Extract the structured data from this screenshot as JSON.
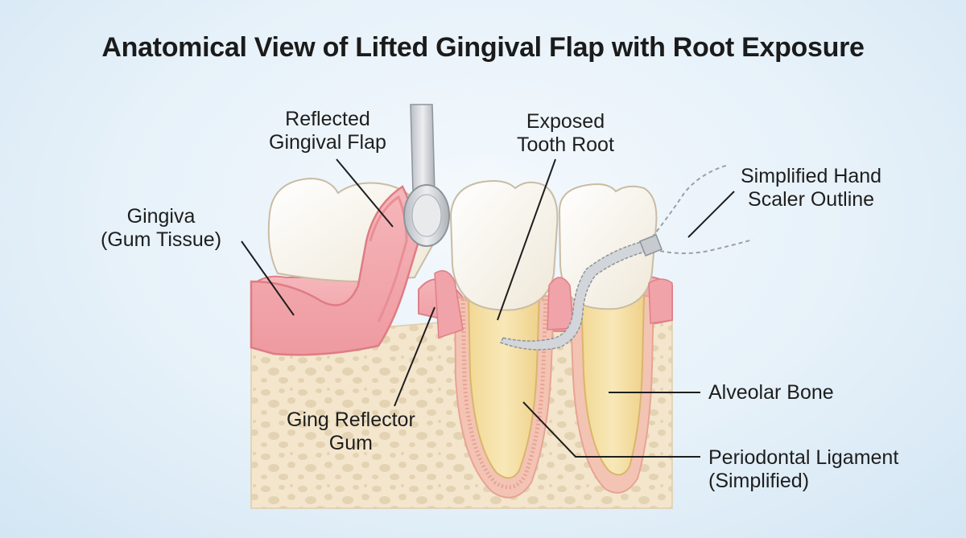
{
  "title": "Anatomical View of Lifted Gingival Flap with Root Exposure",
  "labels": {
    "gingiva": [
      "Gingiva",
      "(Gum Tissue)"
    ],
    "reflected_flap": [
      "Reflected",
      "Gingival Flap"
    ],
    "exposed_root": [
      "Exposed",
      "Tooth Root"
    ],
    "hand_scaler": [
      "Simplified Hand",
      "Scaler Outline"
    ],
    "alveolar_bone": [
      "Alveolar Bone"
    ],
    "ging_reflector": [
      "Ging Reflector",
      "Gum"
    ],
    "periodontal_ligament": [
      "Periodontal Ligament",
      "(Simplified)"
    ]
  },
  "colors": {
    "gum": "#f2aeb2",
    "gum_dark": "#e6858c",
    "bone": "#f4e6cc",
    "bone_spot": "#e6d6b8",
    "enamel": "#f8f4ea",
    "root": "#f4dfa6",
    "instrument": "#cfd2d6"
  }
}
